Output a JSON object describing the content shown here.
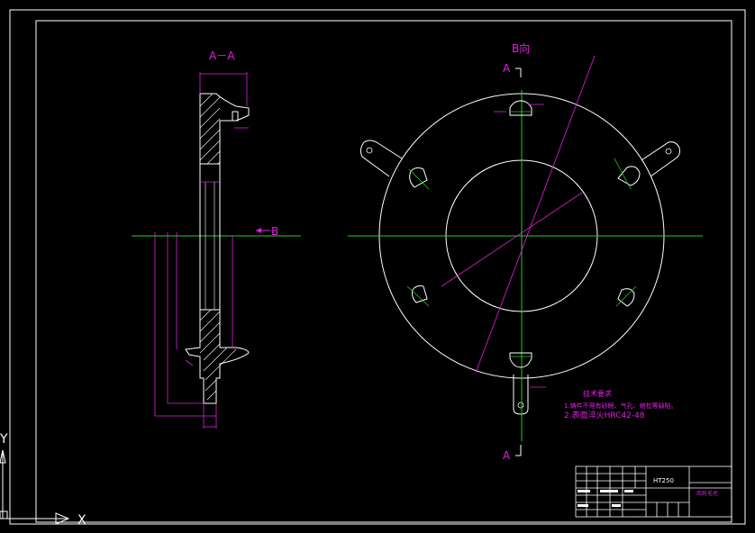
{
  "drawing": {
    "section_label": "A－A",
    "view_label": "B向",
    "arrow_label_b": "B",
    "cut_label_top": "A",
    "cut_label_bottom": "A",
    "axis_y": "Y",
    "axis_x": "X"
  },
  "tech_requirements": {
    "title": "技术要求",
    "item_1": "1.铸件不得有砂眼、气孔、缩松等缺陷。",
    "item_2": "2.表面淬火HRC42-48"
  },
  "title_block": {
    "material": "HT250",
    "part_name": "齿轮毛坯"
  },
  "colors": {
    "background": "#000000",
    "outline": "#ffffff",
    "dimension": "#e020e0",
    "centerline": "#20d020",
    "cyan": "#40e0ff"
  }
}
